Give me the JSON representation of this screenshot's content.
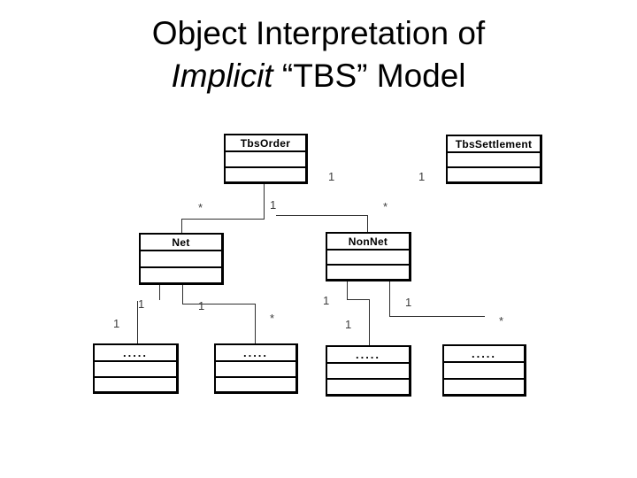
{
  "title": {
    "line1": "Object Interpretation of",
    "line2_italic": "Implicit",
    "line2_rest": " “TBS” Model"
  },
  "diagram": {
    "classes": [
      {
        "name": "TbsOrder"
      },
      {
        "name": "TbsSettlement"
      },
      {
        "name": "Net"
      },
      {
        "name": "NonNet"
      },
      {
        "name": "....."
      },
      {
        "name": "....."
      },
      {
        "name": "....."
      },
      {
        "name": "....."
      }
    ],
    "multiplicities": [
      {
        "text": "1"
      },
      {
        "text": "1"
      },
      {
        "text": "*"
      },
      {
        "text": "1"
      },
      {
        "text": "*"
      },
      {
        "text": "1"
      },
      {
        "text": "1"
      },
      {
        "text": "1"
      },
      {
        "text": "*"
      },
      {
        "text": "1"
      },
      {
        "text": "1"
      },
      {
        "text": "1"
      },
      {
        "text": "*"
      }
    ],
    "colors": {
      "line": "#2e2e2e",
      "border": "#000000",
      "label": "#3c3c3c",
      "background": "#ffffff"
    }
  }
}
